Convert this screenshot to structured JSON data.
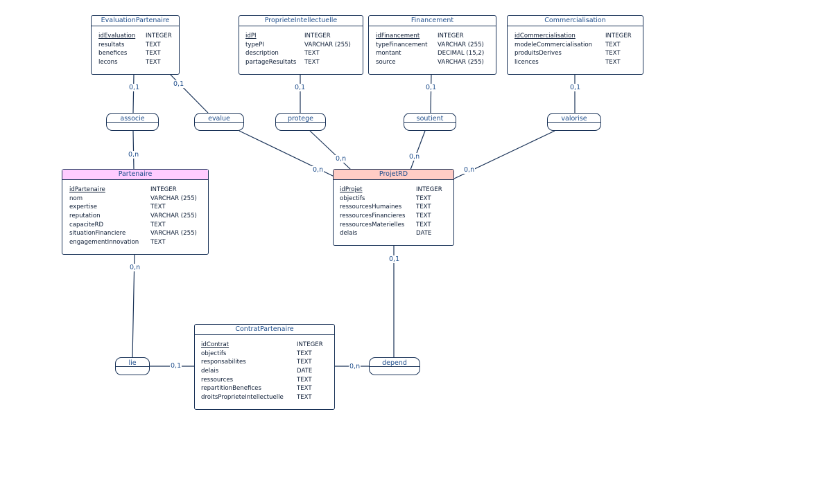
{
  "entities": {
    "evaluation_partenaire": {
      "title": "EvaluationPartenaire",
      "attributes": [
        {
          "name": "idEvaluation",
          "type": "INTEGER",
          "key": true
        },
        {
          "name": "resultats",
          "type": "TEXT"
        },
        {
          "name": "benefices",
          "type": "TEXT"
        },
        {
          "name": "lecons",
          "type": "TEXT"
        }
      ]
    },
    "propriete_intellectuelle": {
      "title": "ProprieteIntellectuelle",
      "attributes": [
        {
          "name": "idPI",
          "type": "INTEGER",
          "key": true
        },
        {
          "name": "typePI",
          "type": "VARCHAR (255)"
        },
        {
          "name": "description",
          "type": "TEXT"
        },
        {
          "name": "partageResultats",
          "type": "TEXT"
        }
      ]
    },
    "financement": {
      "title": "Financement",
      "attributes": [
        {
          "name": "idFinancement",
          "type": "INTEGER",
          "key": true
        },
        {
          "name": "typeFinancement",
          "type": "VARCHAR (255)"
        },
        {
          "name": "montant",
          "type": "DECIMAL (15,2)"
        },
        {
          "name": "source",
          "type": "VARCHAR (255)"
        }
      ]
    },
    "commercialisation": {
      "title": "Commercialisation",
      "attributes": [
        {
          "name": "idCommercialisation",
          "type": "INTEGER",
          "key": true
        },
        {
          "name": "modeleCommercialisation",
          "type": "TEXT"
        },
        {
          "name": "produitsDerives",
          "type": "TEXT"
        },
        {
          "name": "licences",
          "type": "TEXT"
        }
      ]
    },
    "partenaire": {
      "title": "Partenaire",
      "header_color": "#ffccff",
      "attributes": [
        {
          "name": "idPartenaire",
          "type": "INTEGER",
          "key": true
        },
        {
          "name": "nom",
          "type": "VARCHAR (255)"
        },
        {
          "name": "expertise",
          "type": "TEXT"
        },
        {
          "name": "reputation",
          "type": "VARCHAR (255)"
        },
        {
          "name": "capaciteRD",
          "type": "TEXT"
        },
        {
          "name": "situationFinanciere",
          "type": "VARCHAR (255)"
        },
        {
          "name": "engagementInnovation",
          "type": "TEXT"
        }
      ]
    },
    "projet_rd": {
      "title": "ProjetRD",
      "header_color": "#ffccc5",
      "attributes": [
        {
          "name": "idProjet",
          "type": "INTEGER",
          "key": true
        },
        {
          "name": "objectifs",
          "type": "TEXT"
        },
        {
          "name": "ressourcesHumaines",
          "type": "TEXT"
        },
        {
          "name": "ressourcesFinancieres",
          "type": "TEXT"
        },
        {
          "name": "ressourcesMaterielles",
          "type": "TEXT"
        },
        {
          "name": "delais",
          "type": "DATE"
        }
      ]
    },
    "contrat_partenaire": {
      "title": "ContratPartenaire",
      "attributes": [
        {
          "name": "idContrat",
          "type": "INTEGER",
          "key": true
        },
        {
          "name": "objectifs",
          "type": "TEXT"
        },
        {
          "name": "responsabilites",
          "type": "TEXT"
        },
        {
          "name": "delais",
          "type": "DATE"
        },
        {
          "name": "ressources",
          "type": "TEXT"
        },
        {
          "name": "repartitionBenefices",
          "type": "TEXT"
        },
        {
          "name": "droitsProprieteIntellectuelle",
          "type": "TEXT"
        }
      ]
    }
  },
  "associations": {
    "associe": "associe",
    "evalue": "evalue",
    "protege": "protege",
    "soutient": "soutient",
    "valorise": "valorise",
    "lie": "lie",
    "depend": "depend"
  },
  "cardinalities": {
    "evaluation_associe": "0,1",
    "evaluation_evalue": "0,1",
    "pi_protege": "0,1",
    "financement_soutient": "0,1",
    "commercialisation_valorise": "0,1",
    "partenaire_associe": "0,n",
    "projet_evalue": "0,n",
    "projet_protege": "0,n",
    "projet_soutient": "0,n",
    "projet_valorise": "0,n",
    "partenaire_lie": "0,n",
    "contrat_lie": "0,1",
    "projet_depend": "0,1",
    "contrat_depend": "0,n"
  },
  "colors": {
    "line": "#1a3358",
    "label": "#1f4e8c",
    "partenaire_header": "#ffccff",
    "projet_header": "#ffccc5"
  }
}
